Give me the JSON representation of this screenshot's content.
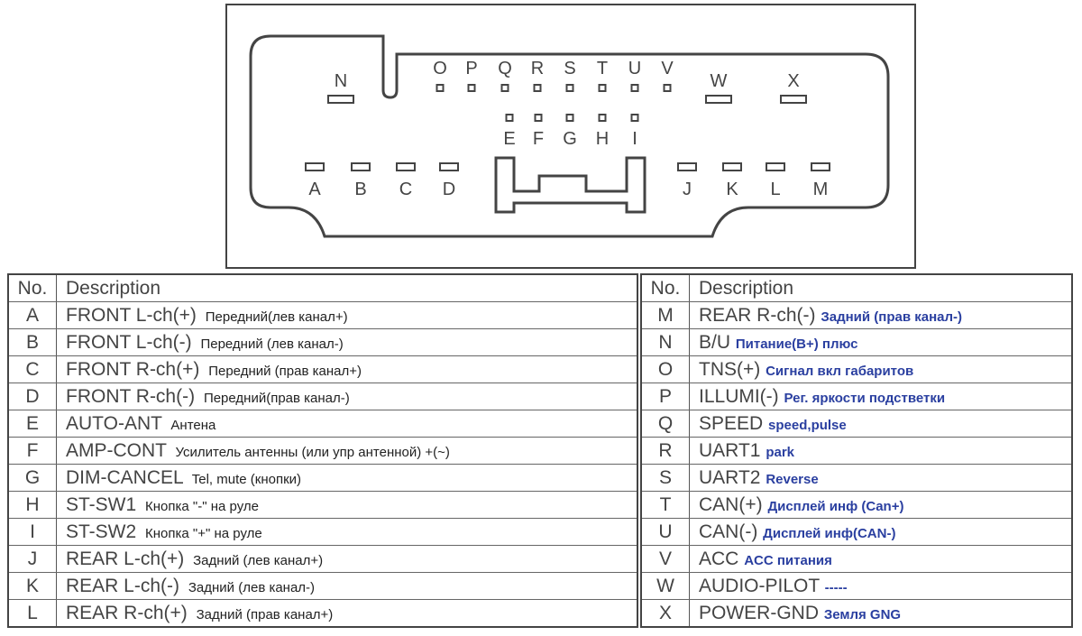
{
  "connector": {
    "top_row": [
      "N",
      "O",
      "P",
      "Q",
      "R",
      "S",
      "T",
      "U",
      "V",
      "W",
      "X"
    ],
    "middle_row": [
      "E",
      "F",
      "G",
      "H",
      "I"
    ],
    "bottom_row": [
      "A",
      "B",
      "C",
      "D",
      "J",
      "K",
      "L",
      "M"
    ]
  },
  "table_header": {
    "no": "No.",
    "description": "Description"
  },
  "left_rows": [
    {
      "no": "A",
      "name": "FRONT L-ch(+)",
      "note": "Передний(лев канал+)"
    },
    {
      "no": "B",
      "name": "FRONT L-ch(-)",
      "note": "Передний (лев канал-)"
    },
    {
      "no": "C",
      "name": "FRONT R-ch(+)",
      "note": "Передний (прав канал+)"
    },
    {
      "no": "D",
      "name": "FRONT R-ch(-)",
      "note": "Передний(прав канал-)"
    },
    {
      "no": "E",
      "name": "AUTO-ANT",
      "note": "Антена"
    },
    {
      "no": "F",
      "name": "AMP-CONT",
      "note": "Усилитель антенны (или упр антенной) +(~)"
    },
    {
      "no": "G",
      "name": "DIM-CANCEL",
      "note": "Tel, mute (кнопки)"
    },
    {
      "no": "H",
      "name": "ST-SW1",
      "note": "Кнопка \"-\" на руле"
    },
    {
      "no": "I",
      "name": "ST-SW2",
      "note": "Кнопка \"+\" на руле"
    },
    {
      "no": "J",
      "name": "REAR L-ch(+)",
      "note": "Задний (лев канал+)"
    },
    {
      "no": "K",
      "name": "REAR L-ch(-)",
      "note": "Задний (лев канал-)"
    },
    {
      "no": "L",
      "name": "REAR R-ch(+)",
      "note": "Задний (прав канал+)"
    }
  ],
  "right_rows": [
    {
      "no": "M",
      "name": "REAR R-ch(-)",
      "note": "Задний (прав канал-)"
    },
    {
      "no": "N",
      "name": "B/U",
      "note": "Питание(B+) плюс"
    },
    {
      "no": "O",
      "name": "TNS(+)",
      "note": "Сигнал вкл габаритов"
    },
    {
      "no": "P",
      "name": "ILLUMI(-)",
      "note": "Рег. яркости подстветки"
    },
    {
      "no": "Q",
      "name": "SPEED",
      "note": "speed,pulse"
    },
    {
      "no": "R",
      "name": "UART1",
      "note": "park"
    },
    {
      "no": "S",
      "name": "UART2",
      "note": "Reverse"
    },
    {
      "no": "T",
      "name": "CAN(+)",
      "note": "Дисплей инф (Can+)"
    },
    {
      "no": "U",
      "name": "CAN(-)",
      "note": "Дисплей инф(CAN-)"
    },
    {
      "no": "V",
      "name": "ACC",
      "note": "ACC питания"
    },
    {
      "no": "W",
      "name": "AUDIO-PILOT",
      "note": "-----"
    },
    {
      "no": "X",
      "name": "POWER-GND",
      "note": "Земля GNG"
    }
  ],
  "colors": {
    "note_blue": "#2a3fa0",
    "line": "#444444"
  }
}
